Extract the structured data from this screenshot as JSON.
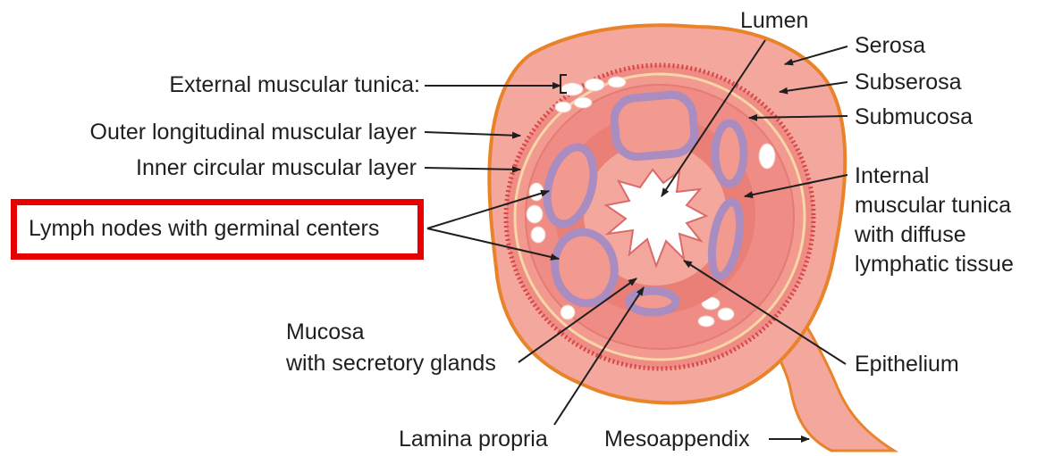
{
  "labels": {
    "lumen": "Lumen",
    "serosa": "Serosa",
    "subserosa": "Subserosa",
    "submucosa": "Submucosa",
    "external_muscular_tunica": "External muscular tunica:",
    "outer_longitudinal": "Outer longitudinal muscular layer",
    "inner_circular": "Inner circular muscular layer",
    "lymph_nodes": "Lymph nodes with germinal centers",
    "internal_muscular_tunica": [
      "Internal",
      "muscular tunica",
      "with diffuse",
      "lymphatic tissue"
    ],
    "mucosa": [
      "Mucosa",
      "with secretory glands"
    ],
    "epithelium": "Epithelium",
    "lamina_propria": "Lamina propria",
    "mesoappendix": "Mesoappendix"
  },
  "colors": {
    "serosa_outline": "#e8832a",
    "outer_tissue": "#f4a79c",
    "muscle_layer": "#e05a5a",
    "submucosa": "#f08c86",
    "lymph_node_border": "#a98cc0",
    "lymph_node_fill": "#f29a8f",
    "lumen": "#ffffff",
    "highlight": "#e60000"
  },
  "icons": {
    "arrow": "arrow-icon"
  }
}
